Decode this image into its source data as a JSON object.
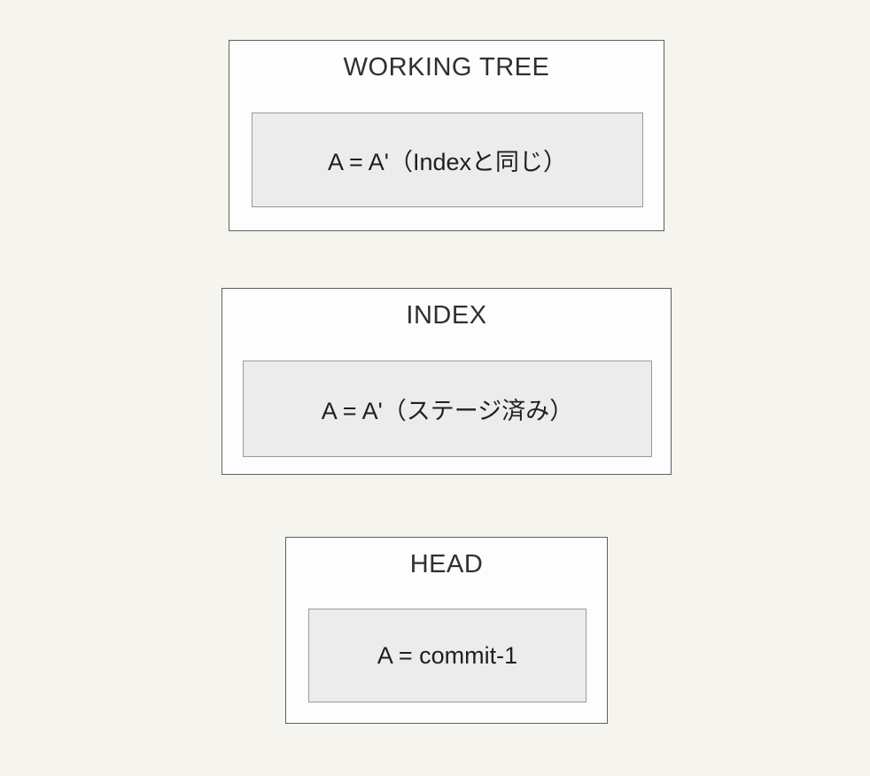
{
  "diagram": {
    "background_color": "#f5f4ef",
    "outer_box_color": "#fdfdfd",
    "outer_border_color": "#5f5f5f",
    "inner_box_color": "#ececec",
    "inner_border_color": "#9a9a9a",
    "boxes": [
      {
        "title": "WORKING TREE",
        "content": "A = A'（Indexと同じ）"
      },
      {
        "title": "INDEX",
        "content": "A = A'（ステージ済み）"
      },
      {
        "title": "HEAD",
        "content": "A = commit-1"
      }
    ]
  }
}
